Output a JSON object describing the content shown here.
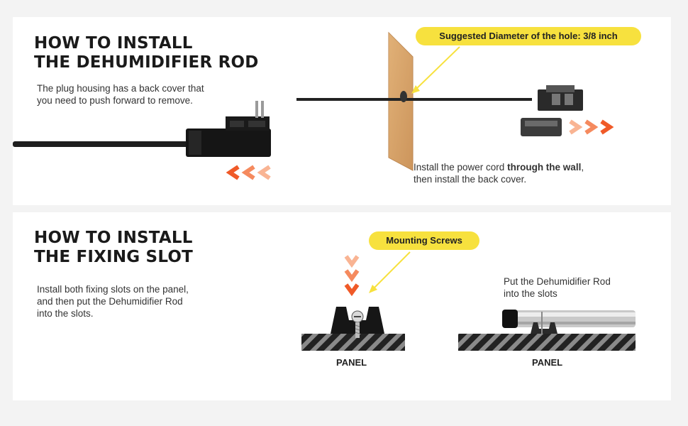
{
  "sections": [
    {
      "title_line1": "HOW TO INSTALL",
      "title_line2": "THE DEHUMIDIFIER ROD",
      "description_line1": "The plug housing has a back cover that",
      "description_line2": "you need to push forward to remove.",
      "callout": "Suggested Diameter of the hole: 3/8 inch",
      "instruction_pre": "Install the power cord ",
      "instruction_bold": "through the wall",
      "instruction_post": ",",
      "instruction_line2": "then install the back cover."
    },
    {
      "title_line1": "HOW TO INSTALL",
      "title_line2": "THE FIXING SLOT",
      "description_line1": "Install both fixing slots on the panel,",
      "description_line2": "and then put the Dehumidifier Rod",
      "description_line3": "into the slots.",
      "callout": "Mounting Screws",
      "rod_note_line1": "Put the Dehumidifier Rod",
      "rod_note_line2": "into the slots",
      "panel_label_left": "PANEL",
      "panel_label_right": "PANEL"
    }
  ],
  "colors": {
    "callout_bg": "#f7e13e",
    "arrow_orange": "#f05a28",
    "wood": "#d9a46b"
  }
}
